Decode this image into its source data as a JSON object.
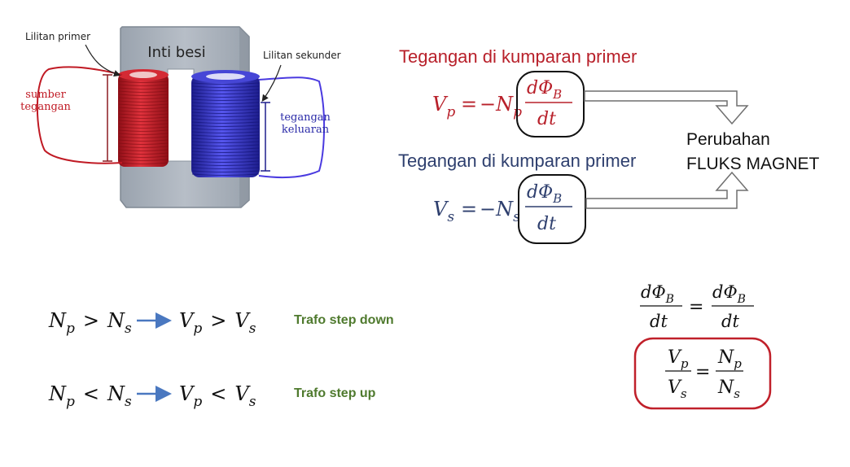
{
  "transformer_figure": {
    "core_label": "Inti besi",
    "primary_coil_label": "Lilitan primer",
    "secondary_coil_label": "Lilitan sekunder",
    "source_label_line1": "sumber",
    "source_label_line2": "tegangan",
    "output_label_line1": "tegangan",
    "output_label_line2": "keluaran"
  },
  "primary_section": {
    "heading": "Tegangan di kumparan primer",
    "heading_color": "#b8202a",
    "lhs_symbol": "V",
    "lhs_sub": "p",
    "equals": "=",
    "minus_n": "−N",
    "n_sub": "p",
    "numerator": "dΦ",
    "numerator_sub": "B",
    "denominator": "dt"
  },
  "secondary_section": {
    "heading": "Tegangan di kumparan primer",
    "heading_color": "#2e3f6e",
    "lhs_symbol": "V",
    "lhs_sub": "s",
    "equals": "=",
    "minus_n": "−N",
    "n_sub": "s",
    "numerator": "dΦ",
    "numerator_sub": "B",
    "denominator": "dt"
  },
  "flux_change": {
    "line1": "Perubahan",
    "line2": "FLUKS MAGNET"
  },
  "conditions": [
    {
      "n_left": "N",
      "n_left_sub": "p",
      "n_rel": ">",
      "n_right": "N",
      "n_right_sub": "s",
      "v_left": "V",
      "v_left_sub": "p",
      "v_rel": ">",
      "v_right": "V",
      "v_right_sub": "s",
      "label": "Trafo step down"
    },
    {
      "n_left": "N",
      "n_left_sub": "p",
      "n_rel": "<",
      "n_right": "N",
      "n_right_sub": "s",
      "v_left": "V",
      "v_left_sub": "p",
      "v_rel": "<",
      "v_right": "V",
      "v_right_sub": "s",
      "label": "Trafo step up"
    }
  ],
  "ratio_equations": {
    "flux_num": "dΦ",
    "flux_num_sub": "B",
    "flux_den": "dt",
    "equals": "=",
    "v_num": "V",
    "v_num_sub": "p",
    "v_den": "V",
    "v_den_sub": "s",
    "n_num": "N",
    "n_num_sub": "p",
    "n_den": "N",
    "n_den_sub": "s"
  },
  "colors": {
    "red": "#b8202a",
    "navy": "#2e3f6e",
    "green": "#4f7a2e",
    "blue_arrow": "#4a78c0",
    "coil_red": "#c01a24",
    "coil_blue": "#3434c8",
    "core_gray": "#a9b1bb"
  }
}
